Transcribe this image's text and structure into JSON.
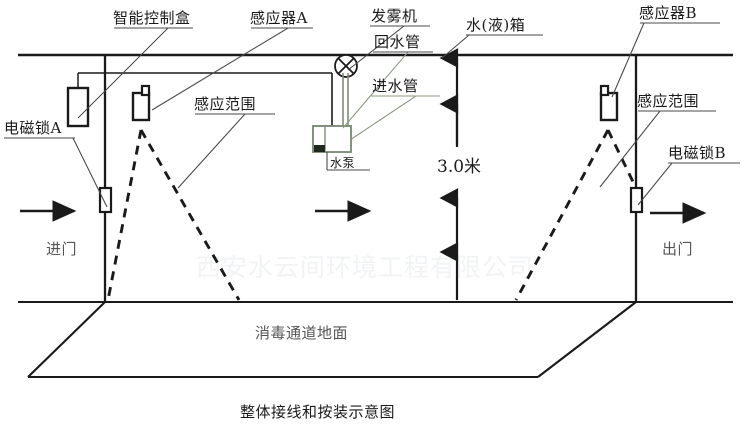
{
  "diagram": {
    "title": "整体接线和按装示意图",
    "watermark": "西安水云间环境工程有限公司",
    "dimension": "3.0米",
    "floor_label": "消毒通道地面",
    "colors": {
      "line": "#1a1a1a",
      "text": "#1a1a1a",
      "leader": "#555555",
      "watermark": "#f1f3f4",
      "pipe_green": "#7f8c7a"
    }
  },
  "labels": {
    "control_box": "智能控制盒",
    "sensor_a": "感应器A",
    "fogger": "发雾机",
    "return_pipe": "回水管",
    "inlet_pipe": "进水管",
    "water_tank": "水(液)箱",
    "sensor_b": "感应器B",
    "sensing_range_left": "感应范围",
    "sensing_range_right": "感应范围",
    "lock_a": "电磁锁A",
    "lock_b": "电磁锁B",
    "water_pump": "水泵",
    "enter_door": "进门",
    "exit_door": "出门"
  }
}
